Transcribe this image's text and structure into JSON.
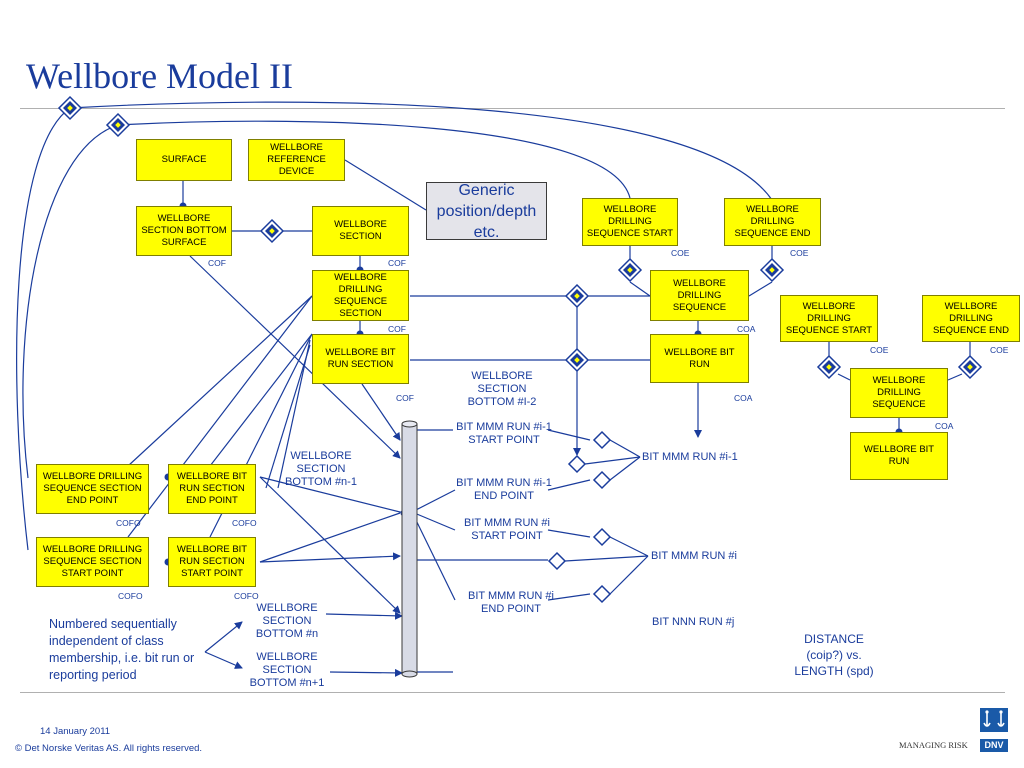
{
  "title": "Wellbore Model II",
  "colors": {
    "accent": "#1a3c9c",
    "box_fill": "#ffff00",
    "generic_fill": "#e4e4ea"
  },
  "boxes": {
    "surface": "SURFACE",
    "wellbore_reference_device": "WELLBORE REFERENCE DEVICE",
    "wellbore_section_bottom_surface": "WELLBORE SECTION BOTTOM SURFACE",
    "wellbore_section": "WELLBORE SECTION",
    "wellbore_drilling_sequence_section": "WELLBORE DRILLING SEQUENCE SECTION",
    "wellbore_bit_run_section": "WELLBORE BIT RUN SECTION",
    "drilling_sequence_start_1": "WELLBORE DRILLING SEQUENCE START",
    "drilling_sequence_end_1": "WELLBORE DRILLING SEQUENCE END",
    "drilling_sequence_1": "WELLBORE DRILLING SEQUENCE",
    "bit_run_1": "WELLBORE BIT RUN",
    "drilling_sequence_start_2": "WELLBORE DRILLING SEQUENCE START",
    "drilling_sequence_end_2": "WELLBORE DRILLING SEQUENCE END",
    "drilling_sequence_2": "WELLBORE DRILLING SEQUENCE",
    "bit_run_2": "WELLBORE BIT RUN",
    "drilling_seq_section_end_point": "WELLBORE DRILLING SEQUENCE SECTION END POINT",
    "bit_run_section_end_point": "WELLBORE BIT RUN SECTION END POINT",
    "drilling_seq_section_start_point": "WELLBORE DRILLING SEQUENCE SECTION START POINT",
    "bit_run_section_start_point": "WELLBORE BIT RUN SECTION START POINT"
  },
  "generic_box": "Generic position/depth etc.",
  "tags": {
    "cof_1": "COF",
    "cof_2": "COF",
    "cof_3": "COF",
    "cof_4": "COF",
    "coe_1": "COE",
    "coe_2": "COE",
    "coe_3": "COE",
    "coe_4": "COE",
    "coa_1": "COA",
    "coa_2": "COA",
    "coa_3": "COA",
    "cofo_1": "COFO",
    "cofo_2": "COFO",
    "cofo_3": "COFO",
    "cofo_4": "COFO"
  },
  "labels": {
    "section_bottom_i2": "WELLBORE SECTION BOTTOM  #I-2",
    "section_bottom_n1m": "WELLBORE SECTION BOTTOM #n-1",
    "section_bottom_n": "WELLBORE SECTION BOTTOM #n",
    "section_bottom_n1p": "WELLBORE SECTION BOTTOM #n+1",
    "bit_i1_start": "BIT MMM RUN #i-1 START POINT",
    "bit_i1_end": "BIT MMM RUN #i-1 END POINT",
    "bit_i_start": "BIT MMM RUN #i START POINT",
    "bit_i_end": "BIT MMM RUN #i END POINT",
    "bit_i1": "BIT MMM RUN #i-1",
    "bit_i": "BIT MMM RUN #i",
    "bit_nnn": "BIT NNN RUN #j",
    "distance": "DISTANCE (coip?) vs. LENGTH (spd)",
    "numbered_note": "Numbered sequentially independent of class membership, i.e. bit run or reporting period"
  },
  "footer": {
    "date": "14 January 2011",
    "copyright": "© Det Norske Veritas AS. All rights reserved.",
    "tagline": "MANAGING RISK",
    "logo_text": "DNV"
  }
}
